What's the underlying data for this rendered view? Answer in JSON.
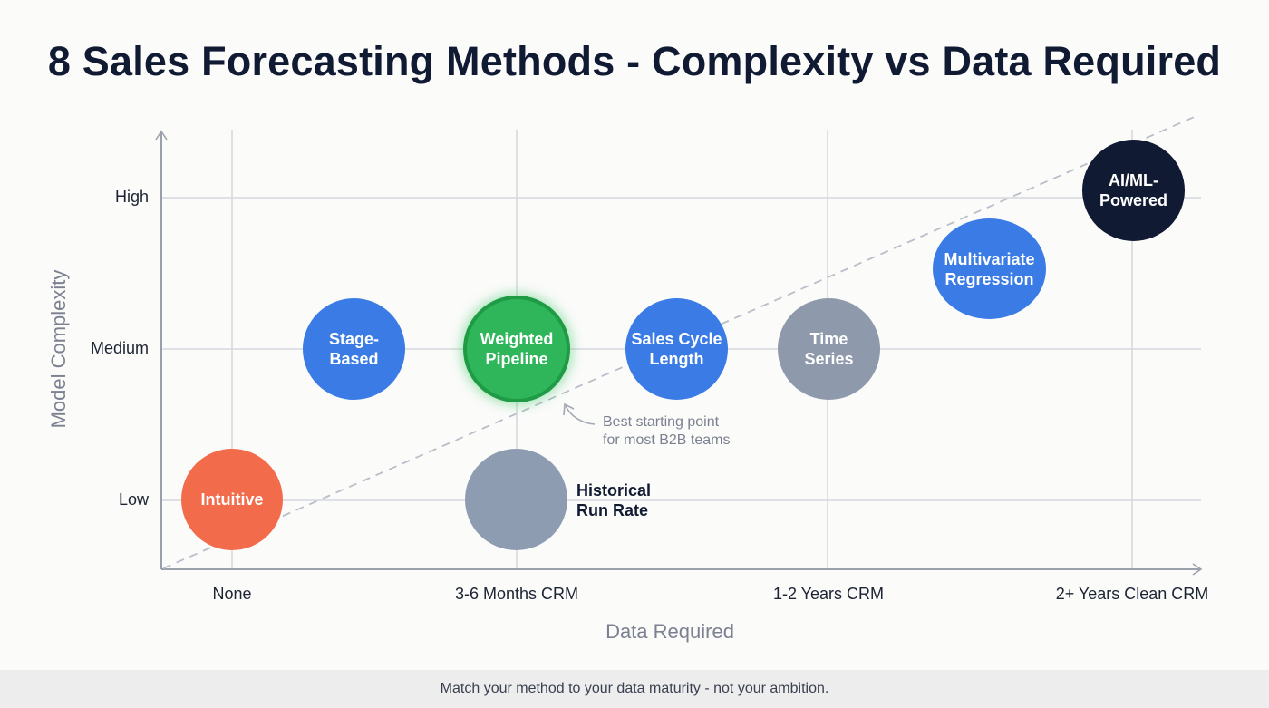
{
  "title": "8 Sales Forecasting Methods - Complexity vs Data Required",
  "axes": {
    "ylabel": "Model Complexity",
    "xlabel": "Data Required",
    "yticks": [
      "High",
      "Medium",
      "Low"
    ],
    "xticks": [
      "None",
      "3-6 Months CRM",
      "1-2 Years CRM",
      "2+ Years Clean CRM"
    ]
  },
  "methods": [
    {
      "label": "Intuitive",
      "color": "#f26b4b"
    },
    {
      "label": "Stage-\nBased",
      "color": "#3a7be6"
    },
    {
      "label": "Weighted\nPipeline",
      "color": "#2fb65a",
      "border": "#1f9a45"
    },
    {
      "label": "Sales Cycle\nLength",
      "color": "#3a7be6"
    },
    {
      "label": "Time\nSeries",
      "color": "#8e99ab"
    },
    {
      "label": "Historical\nRun Rate",
      "color": "#8e9cb2"
    },
    {
      "label": "Multivariate\nRegression",
      "color": "#3a7be6"
    },
    {
      "label": "AI/ML-\nPowered",
      "color": "#101a33"
    }
  ],
  "annotation": "Best starting point\nfor most B2B teams",
  "footer": "Match your method to your data maturity - not your ambition.",
  "chart_data": {
    "type": "scatter",
    "title": "8 Sales Forecasting Methods - Complexity vs Data Required",
    "xlabel": "Data Required",
    "ylabel": "Model Complexity",
    "x_categories": [
      "None",
      "3-6 Months CRM",
      "1-2 Years CRM",
      "2+ Years Clean CRM"
    ],
    "y_categories": [
      "Low",
      "Medium",
      "High"
    ],
    "x_scale_note": "x positions as fraction between category ticks (0=None, 1=3-6 Months CRM, 2=1-2 Years CRM, 3=2+ Years Clean CRM)",
    "y_scale_note": "y positions (0=Low, 1=Medium, 2=High)",
    "points": [
      {
        "name": "Intuitive",
        "x": 0.0,
        "y": 0.0,
        "color": "#f26b4b"
      },
      {
        "name": "Stage-Based",
        "x": 0.43,
        "y": 1.0,
        "color": "#3a7be6"
      },
      {
        "name": "Weighted Pipeline",
        "x": 1.0,
        "y": 1.0,
        "color": "#2fb65a",
        "highlighted": true
      },
      {
        "name": "Sales Cycle Length",
        "x": 1.51,
        "y": 1.0,
        "color": "#3a7be6"
      },
      {
        "name": "Time Series",
        "x": 2.0,
        "y": 1.0,
        "color": "#8e99ab"
      },
      {
        "name": "Historical Run Rate",
        "x": 1.0,
        "y": 0.0,
        "color": "#8e9cb2"
      },
      {
        "name": "Multivariate Regression",
        "x": 2.53,
        "y": 1.53,
        "color": "#3a7be6"
      },
      {
        "name": "AI/ML-Powered",
        "x": 3.0,
        "y": 2.05,
        "color": "#101a33"
      }
    ],
    "trend_line": {
      "style": "dashed",
      "from": "bottom-left",
      "to": "top-right"
    },
    "annotations": [
      {
        "text": "Best starting point for most B2B teams",
        "target": "Weighted Pipeline"
      }
    ],
    "grid": true,
    "legend": "none"
  }
}
